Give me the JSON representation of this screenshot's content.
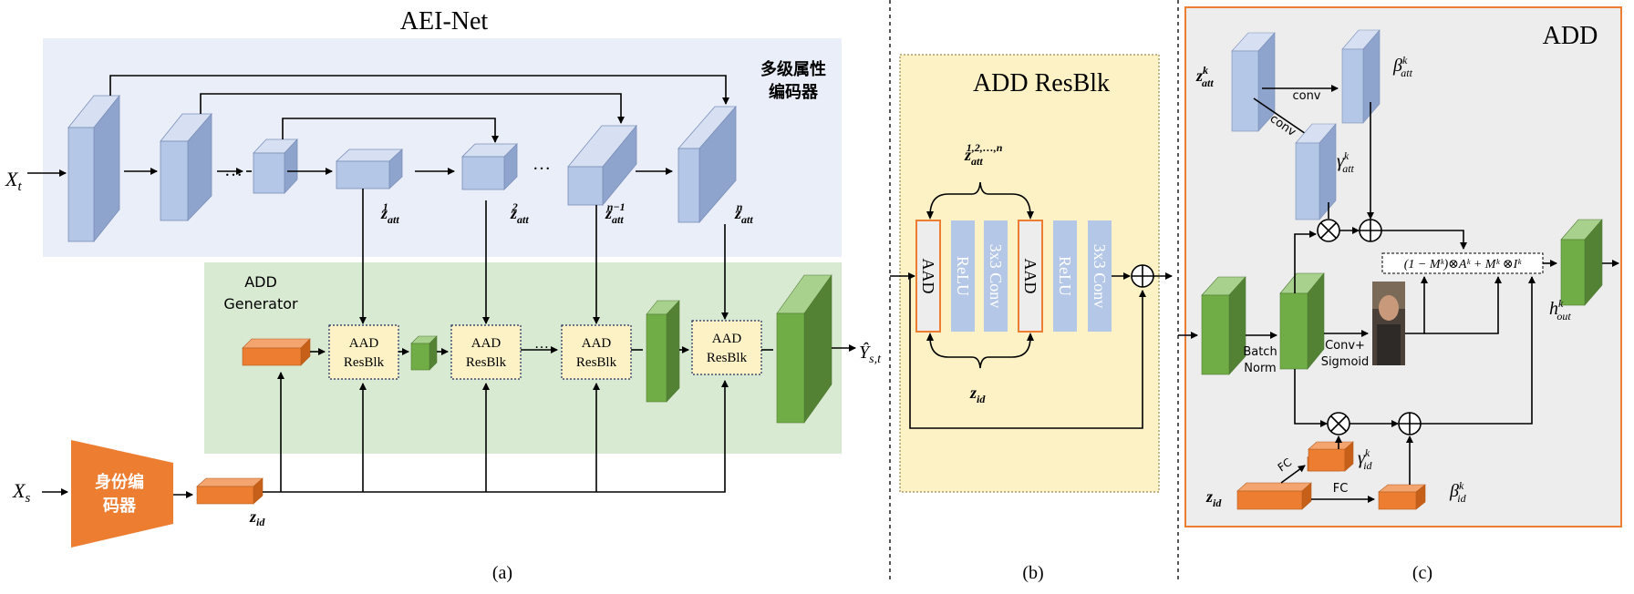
{
  "panel_a": {
    "title": "AEI-Net",
    "encoder_title_line1": "多级属性",
    "encoder_title_line2": "编码器",
    "input_t": "X",
    "input_t_sub": "t",
    "input_s": "X",
    "input_s_sub": "s",
    "identity_encoder_line1": "身份编",
    "identity_encoder_line2": "码器",
    "z_id": "z",
    "z_id_sub": "id",
    "z_att": "z",
    "z_att_sub": "att",
    "z_att_sups": [
      "1",
      "2",
      "n−1",
      "n"
    ],
    "ellipsis": "…",
    "generator_label_line1": "ADD",
    "generator_label_line2": "Generator",
    "resblk_line1": "AAD",
    "resblk_line2": "ResBlk",
    "output": "Ŷ",
    "output_sub": "s,t",
    "caption": "(a)"
  },
  "panel_b": {
    "title": "ADD ResBlk",
    "z_att_top": "z",
    "z_att_top_sub": "att",
    "z_att_top_sup": "1,2,…,n",
    "blocks": [
      "AAD",
      "ReLU",
      "3x3 Conv",
      "AAD",
      "ReLU",
      "3x3 Conv"
    ],
    "z_id": "z",
    "z_id_sub": "id",
    "caption": "(b)"
  },
  "panel_c": {
    "title": "ADD",
    "z_att_k": "z",
    "z_att_k_sup": "k",
    "z_att_k_sub": "att",
    "beta_att": "β",
    "beta_att_sup": "k",
    "beta_att_sub": "att",
    "gamma_att": "γ",
    "gamma_att_sup": "k",
    "gamma_att_sub": "att",
    "conv_label": "conv",
    "conv_label2": "conv",
    "formula": "(1 − M",
    "formula_full": "(1 − Mᵏ)⊗Aᵏ + Mᵏ ⊗Iᵏ",
    "h_out": "h",
    "h_out_sup": "k",
    "h_out_sub": "out",
    "batch_norm_line1": "Batch",
    "batch_norm_line2": "Norm",
    "conv_sigmoid_line1": "Conv+",
    "conv_sigmoid_line2": "Sigmoid",
    "fc_label1": "FC",
    "fc_label2": "FC",
    "gamma_id": "γ",
    "gamma_id_sup": "k",
    "gamma_id_sub": "id",
    "beta_id": "β",
    "beta_id_sup": "k",
    "beta_id_sub": "id",
    "z_id": "z",
    "z_id_sub": "id",
    "caption": "(c)"
  },
  "colors": {
    "encoder_bg": "#e9eef8",
    "generator_bg": "#d9ead3",
    "resblk_bg": "#fdf1c6",
    "add_bg": "#ededed",
    "blue_face": "#b4c7e7",
    "green_face": "#70ad47",
    "orange_face": "#ed7d31",
    "aad_border": "#ed7d31",
    "add_border": "#ed7d31"
  }
}
